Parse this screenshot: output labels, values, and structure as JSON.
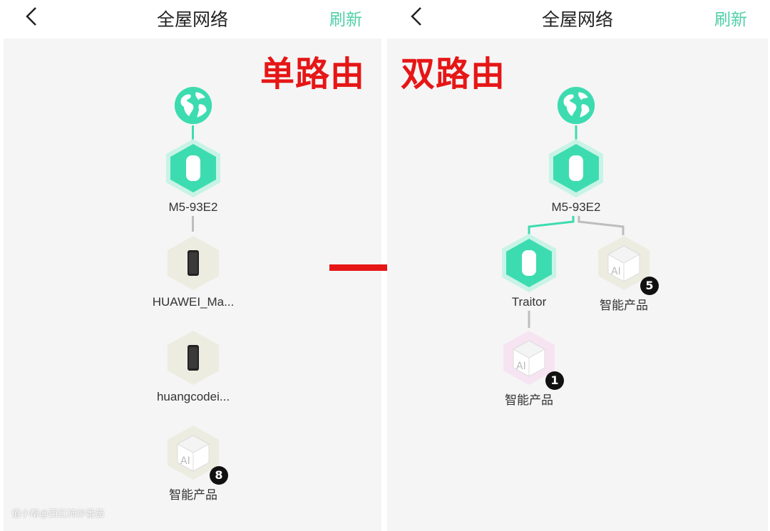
{
  "left": {
    "header": {
      "title": "全屋网络",
      "refresh_label": "刷新"
    },
    "mode_label": "单路由",
    "router": {
      "name": "M5-93E2"
    },
    "devices": [
      {
        "name": "HUAWEI_Ma...",
        "type": "phone"
      },
      {
        "name": "huangcodei...",
        "type": "phone"
      },
      {
        "name": "智能产品",
        "type": "ai",
        "badge": "8"
      }
    ]
  },
  "right": {
    "header": {
      "title": "全屋网络",
      "refresh_label": "刷新"
    },
    "mode_label": "双路由",
    "router": {
      "name": "M5-93E2"
    },
    "sub_router": {
      "name": "Traitor"
    },
    "devices": [
      {
        "name": "智能产品",
        "type": "ai",
        "badge": "5"
      },
      {
        "name": "智能产品",
        "type": "ai",
        "badge": "1"
      }
    ]
  },
  "watermark": "值小帮@西红柿炒番茄",
  "colors": {
    "accent": "#4fcfa7",
    "router_fill": "#3ddcb0",
    "label_red": "#e61616",
    "device_bg": "#ecece0"
  }
}
